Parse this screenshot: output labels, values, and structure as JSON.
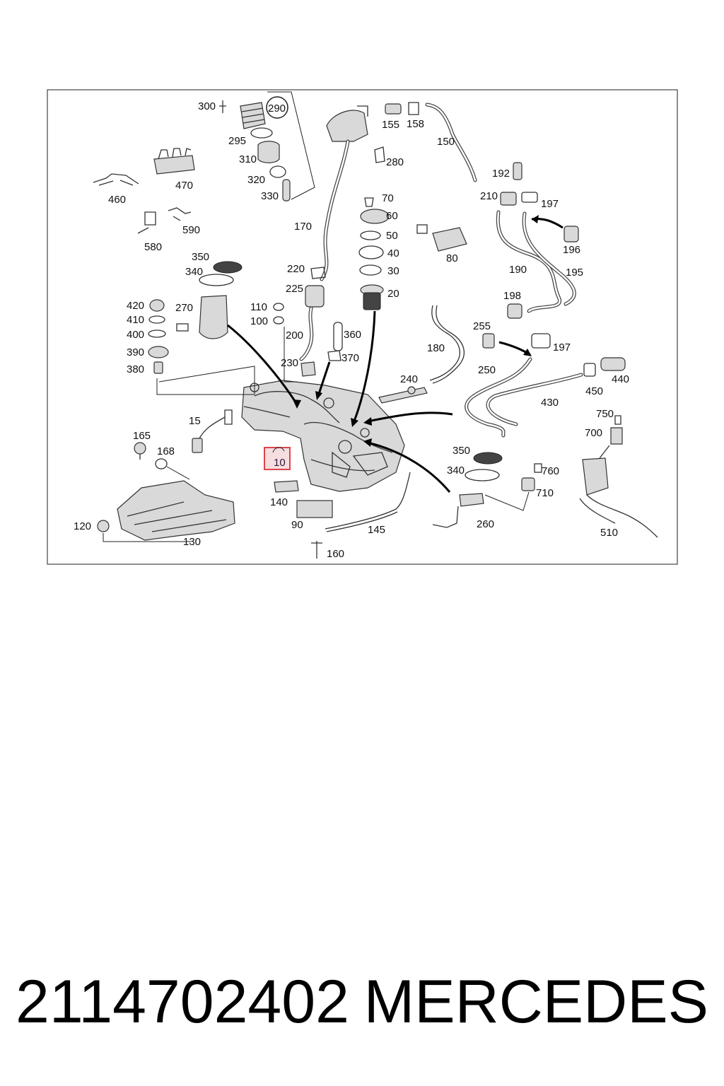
{
  "diagram": {
    "labels": {
      "l300": "300",
      "l290": "290",
      "l295": "295",
      "l310": "310",
      "l320": "320",
      "l330": "330",
      "l155": "155",
      "l158": "158",
      "l150": "150",
      "l280": "280",
      "l470": "470",
      "l460": "460",
      "l590": "590",
      "l580": "580",
      "l170": "170",
      "l70": "70",
      "l60": "60",
      "l50": "50",
      "l40": "40",
      "l30": "30",
      "l20": "20",
      "l80": "80",
      "l192": "192",
      "l210": "210",
      "l197a": "197",
      "l196": "196",
      "l190": "190",
      "l195": "195",
      "l198": "198",
      "l255": "255",
      "l197b": "197",
      "l350a": "350",
      "l340a": "340",
      "l220": "220",
      "l225": "225",
      "l420": "420",
      "l410": "410",
      "l400": "400",
      "l390": "390",
      "l380": "380",
      "l270": "270",
      "l110": "110",
      "l100": "100",
      "l200": "200",
      "l360": "360",
      "l370": "370",
      "l230": "230",
      "l180": "180",
      "l250": "250",
      "l240": "240",
      "l450": "450",
      "l440": "440",
      "l430": "430",
      "l750": "750",
      "l700": "700",
      "l15": "15",
      "l165": "165",
      "l168": "168",
      "l10": "10",
      "l350b": "350",
      "l340b": "340",
      "l760": "760",
      "l710": "710",
      "l140": "140",
      "l90": "90",
      "l145": "145",
      "l260": "260",
      "l120": "120",
      "l130": "130",
      "l160": "160",
      "l510": "510"
    },
    "highlight_color": "#d9343a"
  },
  "footer": {
    "part_number": "2114702402",
    "brand": "MERCEDES"
  }
}
